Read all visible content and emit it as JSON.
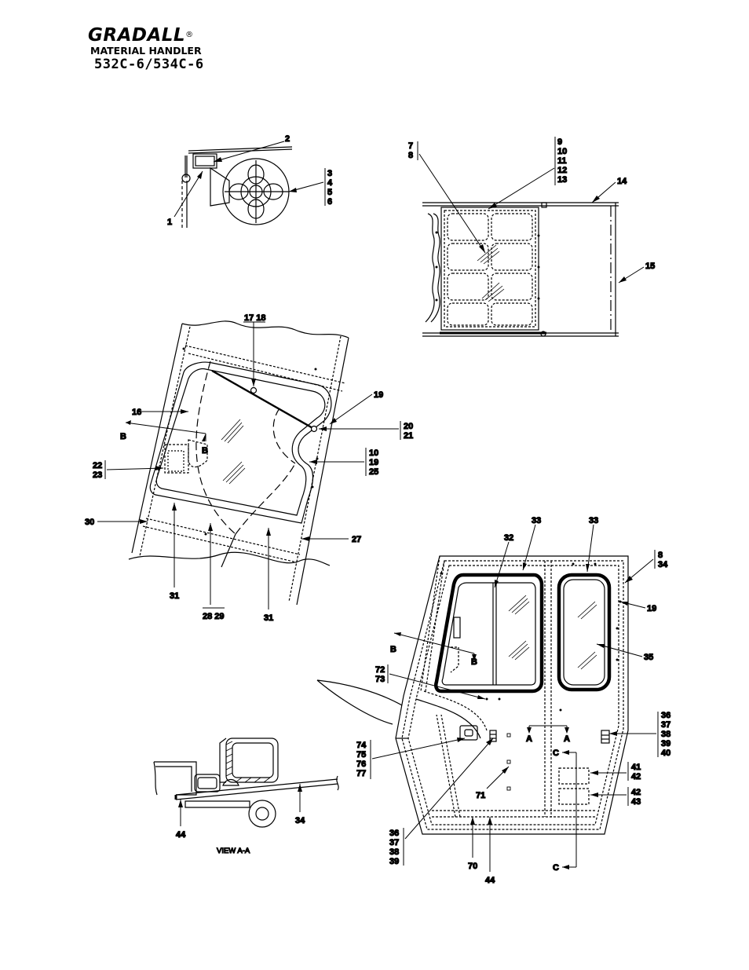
{
  "header": {
    "brand": "GRADALL",
    "registered": "®",
    "product": "MATERIAL HANDLER",
    "model": "532C-6/534C-6"
  },
  "view_a_label": "VIEW A-A",
  "callouts": {
    "c1": "1",
    "c2": "2",
    "c3_6": [
      "3",
      "4",
      "5",
      "6"
    ],
    "c7_8": [
      "7",
      "8"
    ],
    "c9_13": [
      "9",
      "10",
      "11",
      "12",
      "13"
    ],
    "c14": "14",
    "c15": "15",
    "c16": "16",
    "c17_18": "17 18",
    "c19a": "19",
    "c20_21": [
      "20",
      "21"
    ],
    "c22_23": [
      "22",
      "23"
    ],
    "c10_19_25": [
      "10",
      "19",
      "25"
    ],
    "c27": "27",
    "c28_29": "28 29",
    "c30": "30",
    "c31a": "31",
    "c31b": "31",
    "secB1a": "B",
    "secB1b": "B",
    "c32": "32",
    "c33a": "33",
    "c33b": "33",
    "c8_34": [
      "8",
      "34"
    ],
    "c19b": "19",
    "c35": "35",
    "c36_40": [
      "36",
      "37",
      "38",
      "39",
      "40"
    ],
    "c41_42": [
      "41",
      "42"
    ],
    "c42_43": [
      "42",
      "43"
    ],
    "c44a": "44",
    "c44b": "44",
    "c34b": "34",
    "c70": "70",
    "c71": "71",
    "c72_73": [
      "72",
      "73"
    ],
    "c74_77": [
      "74",
      "75",
      "76",
      "77"
    ],
    "c36_39": [
      "36",
      "37",
      "38",
      "39"
    ],
    "secB2a": "B",
    "secB2b": "B",
    "secA1": "A",
    "secA2": "A",
    "secC1": "C",
    "secC2": "C"
  }
}
